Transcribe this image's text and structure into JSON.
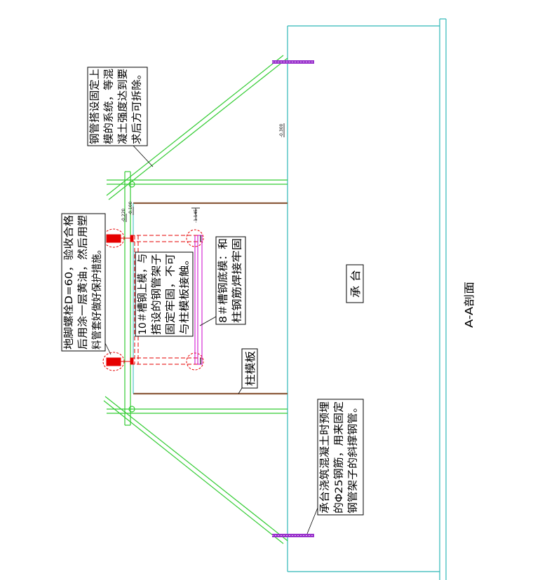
{
  "labels": {
    "section_title": "A-A剖面",
    "pile_cap": "承 台",
    "column_formwork": "柱模板"
  },
  "notes": {
    "top_right": [
      "钢管搭设固定上",
      "模的系统，等混",
      "凝土强度达到要",
      "求后方可拆除。"
    ],
    "anchor_bolt": [
      "地脚螺栓D=60，验收合格",
      "后用涂一层黄油，然后用塑",
      "料管套好做好保护措施。"
    ],
    "channel_top": [
      "10＃槽钢上模，与",
      "搭设的钢管架子",
      "固定牢固，不可",
      "与柱模板接触。"
    ],
    "channel_bottom": [
      "8＃槽钢底模：和",
      "柱钢筋焊接牢固"
    ],
    "embedded_rebar": [
      "承台浇筑混凝土时预埋",
      "的Φ25钢筋，用来固定",
      "钢管架子的斜撑钢管。"
    ]
  },
  "elevations": {
    "e1": "-0.220",
    "e2": "-0.100",
    "e3": "-1.145",
    "e4": "-0.300"
  },
  "colors": {
    "cyan": "#2fb8b8",
    "green": "#33cc33",
    "red": "#e60000",
    "magenta": "#cc00cc",
    "brown": "#8b5a3c",
    "purple": "#9933cc"
  }
}
